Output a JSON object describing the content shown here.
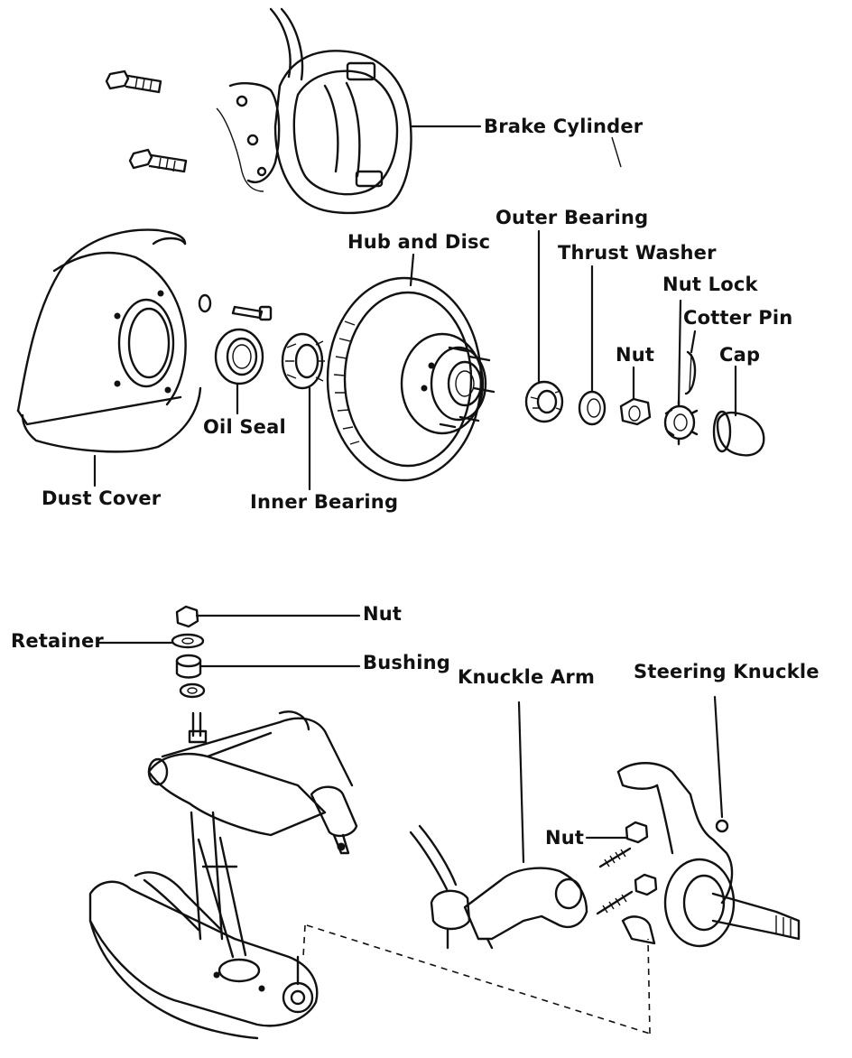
{
  "labels": {
    "brake_cylinder": "Brake Cylinder",
    "outer_bearing": "Outer Bearing",
    "hub_and_disc": "Hub and Disc",
    "thrust_washer": "Thrust Washer",
    "nut_lock": "Nut Lock",
    "cotter_pin": "Cotter Pin",
    "nut_upper": "Nut",
    "cap": "Cap",
    "oil_seal": "Oil Seal",
    "dust_cover": "Dust Cover",
    "inner_bearing": "Inner Bearing",
    "nut_top": "Nut",
    "retainer": "Retainer",
    "bushing": "Bushing",
    "knuckle_arm": "Knuckle Arm",
    "steering_knuckle": "Steering Knuckle",
    "nut_lower": "Nut"
  }
}
